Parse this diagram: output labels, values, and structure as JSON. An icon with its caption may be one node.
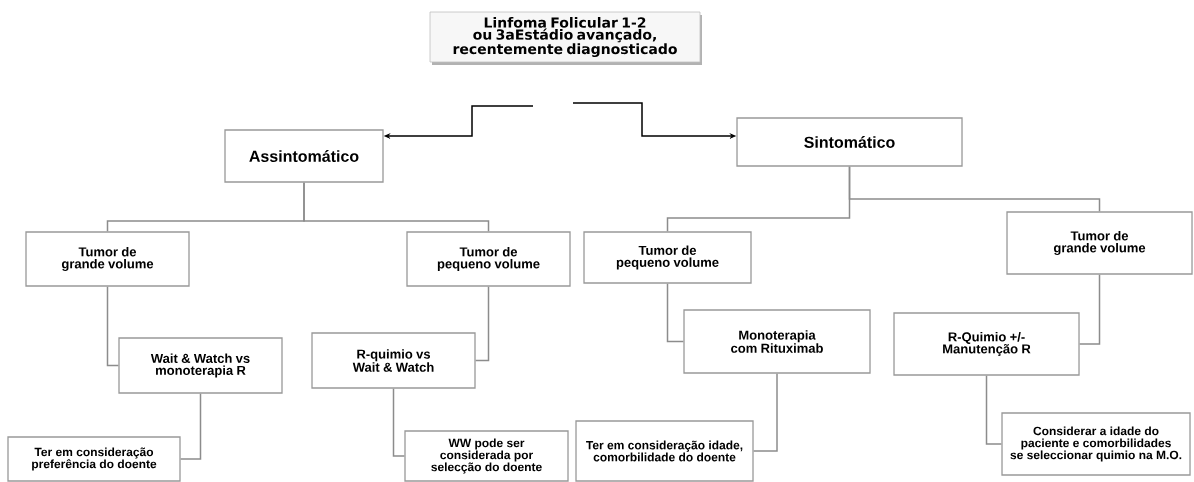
{
  "diagram": {
    "nodes": [
      {
        "text": [
          "Linfoma Folicular 1-2 ou 3aEstádio avançado, recentemente diagnosticado"
        ]
      },
      {
        "text": [
          "Assintomático"
        ]
      },
      {
        "text": [
          "Sintomático"
        ]
      },
      {
        "text": [
          "Tumor de grande volume"
        ]
      },
      {
        "text": [
          "Tumor de pequeno volume"
        ]
      },
      {
        "text": [
          "Wait & Watch vs monoterapia R"
        ]
      },
      {
        "text": [
          "R-quimio vs Wait & Watch"
        ]
      },
      {
        "text": [
          "Ter em consideração preferência do doente"
        ]
      },
      {
        "text": [
          "WW pode ser considerada por selecção do doente"
        ]
      },
      {
        "text": [
          "Tumor de pequeno volume"
        ]
      },
      {
        "text": [
          "Tumor de grande volume"
        ]
      },
      {
        "text": [
          "Monoterapia com Rituximab"
        ]
      },
      {
        "text": [
          "R-Quimio +/- Manutenção R"
        ]
      },
      {
        "text": [
          "Ter em consideração idade, comorbilidade do doente"
        ]
      },
      {
        "text": [
          "Considerar a idade do paciente e comorbilidades se seleccionar quimio na M.O."
        ]
      }
    ],
    "edges": [
      {
        "from": null,
        "to": 1,
        "arrow": "to",
        "color": "#000000"
      },
      {
        "from": null,
        "to": 2,
        "arrow": "to",
        "color": "#000000"
      },
      {
        "from": 1,
        "to": 3,
        "arrow": "none"
      },
      {
        "from": 1,
        "to": 4,
        "arrow": "none"
      },
      {
        "from": 2,
        "to": 9,
        "arrow": "none"
      },
      {
        "from": 2,
        "to": 10,
        "arrow": "none"
      },
      {
        "from": 3,
        "to": 5,
        "arrow": "none"
      },
      {
        "from": 4,
        "to": 6,
        "arrow": "none"
      },
      {
        "from": 5,
        "to": 7,
        "arrow": "none"
      },
      {
        "from": 6,
        "to": 8,
        "arrow": "none"
      },
      {
        "from": 9,
        "to": 11,
        "arrow": "none"
      },
      {
        "from": 10,
        "to": 12,
        "arrow": "none"
      },
      {
        "from": 11,
        "to": 13,
        "arrow": "none"
      },
      {
        "from": 12,
        "to": 14,
        "arrow": "none"
      }
    ]
  }
}
